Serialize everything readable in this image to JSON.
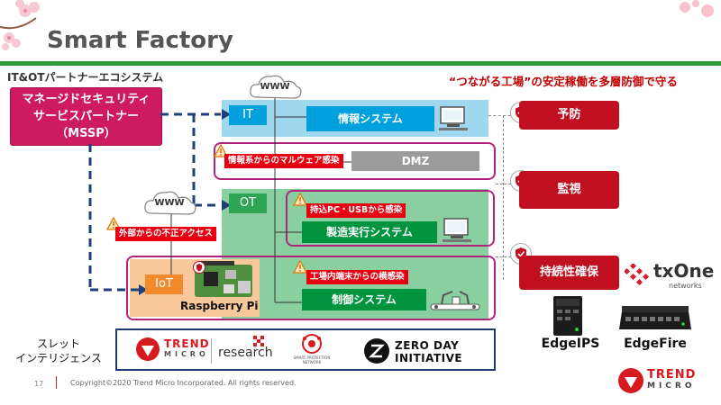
{
  "slide": {
    "title": "Smart Factory",
    "subtitle": "IT&OTパートナーエコシステム",
    "tagline": "“つながる工場”の安定稼働を多層防御で守る",
    "page_number": "17",
    "copyright": "Copyright©2020 Trend Micro Incorporated. All rights reserved."
  },
  "mssp": {
    "line1": "マネージドセキュリティ",
    "line2": "サービスパートナー",
    "line3": "（MSSP）"
  },
  "network": {
    "www_label": "WWW",
    "it_label": "IT",
    "ot_label": "OT",
    "iot_label": "IoT",
    "info_system": "情報システム",
    "dmz": "DMZ",
    "mes": "製造実行システム",
    "control": "制御システム",
    "raspberry": "Raspberry Pi"
  },
  "threats": {
    "malware": "情報系からのマルウェア感染",
    "usb": "持込PC・USBから感染",
    "external": "外部からの不正アクセス",
    "lateral": "工場内端末からの横感染"
  },
  "defense": {
    "prevent": "予防",
    "monitor": "監視",
    "continuity": "持続性確保"
  },
  "partner": {
    "txone_main": "txOne",
    "txone_sub": "networks",
    "edge_ips": "EdgeIPS",
    "edge_fire": "EdgeFire"
  },
  "intel": {
    "label_line1": "スレット",
    "label_line2": "インテリジェンス",
    "trend1": "TREND",
    "trend2": "MICRO",
    "research": "research",
    "spn1": "SMART PROTECTION",
    "spn2": "NETWORK",
    "zdi1": "ZERO DAY",
    "zdi2": "INITIATIVE"
  },
  "brand": {
    "trend1": "TREND",
    "trend2": "MICRO"
  },
  "colors": {
    "accent_red": "#c0101f",
    "green": "#2f9a3a",
    "magenta": "#ce1a5f"
  }
}
